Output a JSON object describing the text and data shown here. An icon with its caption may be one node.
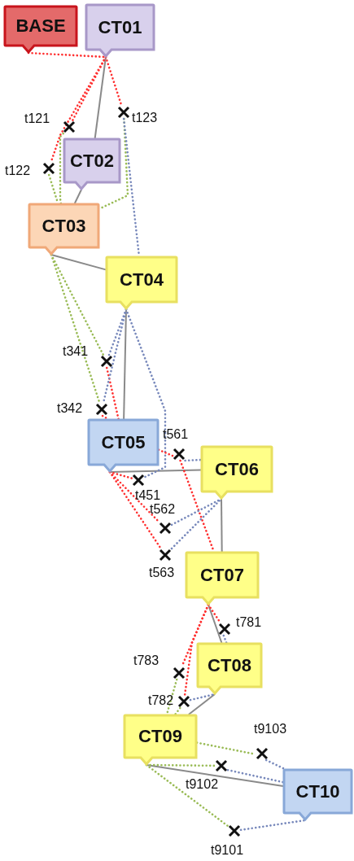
{
  "diagram": {
    "nodes": [
      {
        "text": [
          "BASE"
        ]
      },
      {
        "text": [
          "CT01"
        ]
      },
      {
        "text": [],
        "shape": "cross",
        "beside": [
          "t123"
        ]
      },
      {
        "text": [],
        "shape": "cross",
        "beside": [
          "t121"
        ]
      },
      {
        "text": [
          "CT02"
        ]
      },
      {
        "text": [],
        "shape": "cross",
        "beside": [
          "t122"
        ]
      },
      {
        "text": [
          "CT03"
        ]
      },
      {
        "text": [
          "CT04"
        ]
      },
      {
        "text": [],
        "shape": "cross",
        "beside": [
          "t341"
        ]
      },
      {
        "text": [],
        "shape": "cross",
        "beside": [
          "t342"
        ]
      },
      {
        "text": [
          "CT05"
        ]
      },
      {
        "text": [],
        "shape": "cross",
        "beside": [
          "t561"
        ]
      },
      {
        "text": [],
        "shape": "cross",
        "beside": [
          "t451"
        ]
      },
      {
        "text": [
          "CT06"
        ]
      },
      {
        "text": [],
        "shape": "cross",
        "beside": [
          "t562"
        ]
      },
      {
        "text": [],
        "shape": "cross",
        "beside": [
          "t563"
        ]
      },
      {
        "text": [
          "CT07"
        ]
      },
      {
        "text": [],
        "shape": "cross",
        "beside": [
          "t781"
        ]
      },
      {
        "text": [
          "CT08"
        ]
      },
      {
        "text": [],
        "shape": "cross",
        "beside": [
          "t783"
        ]
      },
      {
        "text": [],
        "shape": "cross",
        "beside": [
          "t782"
        ]
      },
      {
        "text": [
          "CT09"
        ]
      },
      {
        "text": [],
        "shape": "cross",
        "beside": [
          "t9103"
        ]
      },
      {
        "text": [],
        "shape": "cross",
        "beside": [
          "t9102"
        ]
      },
      {
        "text": [
          "CT10"
        ]
      },
      {
        "text": [],
        "shape": "cross",
        "beside": [
          "t9101"
        ]
      }
    ],
    "edges": [
      {
        "from": 0,
        "to": 1,
        "arrow": "none",
        "style": "dashed",
        "color": "#ff3030"
      },
      {
        "from": 1,
        "to": 4,
        "arrow": "none",
        "color": "#8a8a8a"
      },
      {
        "from": 4,
        "to": 6,
        "arrow": "none",
        "color": "#8a8a8a"
      },
      {
        "from": 6,
        "to": 7,
        "arrow": "none",
        "color": "#8a8a8a"
      },
      {
        "from": 7,
        "to": 10,
        "arrow": "none",
        "color": "#8a8a8a"
      },
      {
        "from": 10,
        "to": 13,
        "arrow": "none",
        "color": "#8a8a8a"
      },
      {
        "from": 13,
        "to": 16,
        "arrow": "none",
        "color": "#8a8a8a"
      },
      {
        "from": 16,
        "to": 18,
        "arrow": "none",
        "color": "#8a8a8a"
      },
      {
        "from": 18,
        "to": 21,
        "arrow": "none",
        "color": "#8a8a8a"
      },
      {
        "from": 21,
        "to": 24,
        "arrow": "none",
        "color": "#8a8a8a"
      },
      {
        "from": 1,
        "to": 3,
        "arrow": "none",
        "style": "dashed",
        "color": "#ff3030"
      },
      {
        "from": 3,
        "to": 6,
        "arrow": "none",
        "style": "dashed",
        "color": "#99bb55"
      },
      {
        "from": 1,
        "to": 5,
        "arrow": "none",
        "style": "dashed",
        "color": "#ff3030"
      },
      {
        "from": 5,
        "to": 6,
        "arrow": "none",
        "style": "dashed",
        "color": "#99bb55"
      },
      {
        "from": 1,
        "to": 2,
        "arrow": "none",
        "style": "dashed",
        "color": "#ff3030"
      },
      {
        "from": 2,
        "to": 6,
        "arrow": "none",
        "style": "dashed",
        "color": "#99bb55"
      },
      {
        "from": 2,
        "to": 7,
        "arrow": "none",
        "style": "dashed",
        "color": "#7788bb"
      },
      {
        "from": 6,
        "to": 8,
        "arrow": "none",
        "style": "dashed",
        "color": "#99bb55"
      },
      {
        "from": 7,
        "to": 8,
        "arrow": "none",
        "style": "dashed",
        "color": "#7788bb"
      },
      {
        "from": 8,
        "to": 10,
        "arrow": "none",
        "style": "dashed",
        "color": "#ff3030"
      },
      {
        "from": 6,
        "to": 9,
        "arrow": "none",
        "style": "dashed",
        "color": "#99bb55"
      },
      {
        "from": 7,
        "to": 9,
        "arrow": "none",
        "style": "dashed",
        "color": "#7788bb"
      },
      {
        "from": 9,
        "to": 10,
        "arrow": "none",
        "style": "dashed",
        "color": "#ff3030"
      },
      {
        "from": 7,
        "to": 12,
        "arrow": "none",
        "style": "dashed",
        "color": "#7788bb"
      },
      {
        "from": 10,
        "to": 12,
        "arrow": "none",
        "style": "dashed",
        "color": "#ff3030"
      },
      {
        "from": 10,
        "to": 11,
        "arrow": "none",
        "style": "dashed",
        "color": "#ff3030"
      },
      {
        "from": 11,
        "to": 13,
        "arrow": "none",
        "style": "dashed",
        "color": "#7788bb"
      },
      {
        "from": 11,
        "to": 16,
        "arrow": "none",
        "style": "dashed",
        "color": "#ff3030"
      },
      {
        "from": 10,
        "to": 14,
        "arrow": "none",
        "style": "dashed",
        "color": "#ff3030"
      },
      {
        "from": 14,
        "to": 13,
        "arrow": "none",
        "style": "dashed",
        "color": "#7788bb"
      },
      {
        "from": 10,
        "to": 15,
        "arrow": "none",
        "style": "dashed",
        "color": "#ff3030"
      },
      {
        "from": 15,
        "to": 13,
        "arrow": "none",
        "style": "dashed",
        "color": "#7788bb"
      },
      {
        "from": 16,
        "to": 17,
        "arrow": "none",
        "style": "dashed",
        "color": "#ff3030"
      },
      {
        "from": 17,
        "to": 18,
        "arrow": "none",
        "style": "dashed",
        "color": "#7788bb"
      },
      {
        "from": 16,
        "to": 20,
        "arrow": "none",
        "style": "dashed",
        "color": "#ff3030"
      },
      {
        "from": 20,
        "to": 18,
        "arrow": "none",
        "style": "dashed",
        "color": "#7788bb"
      },
      {
        "from": 20,
        "to": 21,
        "arrow": "none",
        "style": "dashed",
        "color": "#99bb55"
      },
      {
        "from": 16,
        "to": 19,
        "arrow": "none",
        "style": "dashed",
        "color": "#ff3030"
      },
      {
        "from": 19,
        "to": 21,
        "arrow": "none",
        "style": "dashed",
        "color": "#99bb55"
      },
      {
        "from": 21,
        "to": 25,
        "arrow": "none",
        "style": "dashed",
        "color": "#99bb55"
      },
      {
        "from": 25,
        "to": 24,
        "arrow": "none",
        "style": "dashed",
        "color": "#7788bb"
      },
      {
        "from": 21,
        "to": 23,
        "arrow": "none",
        "style": "dashed",
        "color": "#99bb55"
      },
      {
        "from": 23,
        "to": 24,
        "arrow": "none",
        "style": "dashed",
        "color": "#7788bb"
      },
      {
        "from": 21,
        "to": 22,
        "arrow": "none",
        "style": "dashed",
        "color": "#99bb55"
      },
      {
        "from": 22,
        "to": 24,
        "arrow": "none",
        "style": "dashed",
        "color": "#7788bb"
      }
    ]
  }
}
